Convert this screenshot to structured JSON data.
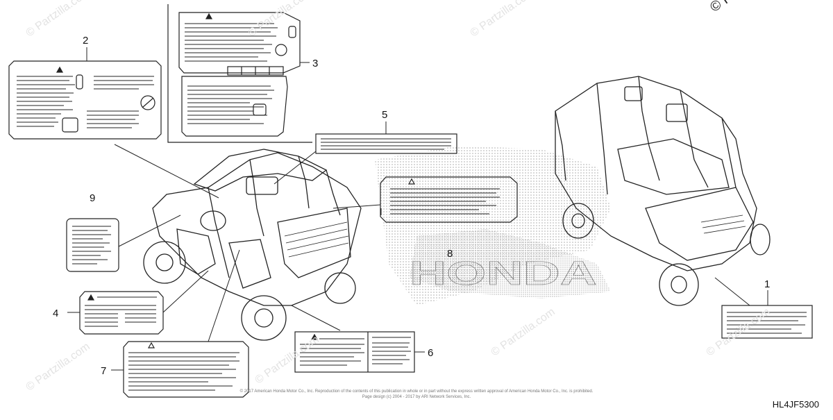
{
  "diagram": {
    "callouts": [
      "1",
      "2",
      "3",
      "4",
      "5",
      "6",
      "7",
      "8",
      "9"
    ],
    "part_code": "HL4JF5300",
    "brand_text": "HONDA",
    "copyright_line1": "© 2017 American Honda Motor Co., Inc. Reproduction of the contents of this publication in whole or in part without the express written approval of American Honda Motor Co., Inc. is prohibited.",
    "copyright_line2": "Page design (c) 2004 - 2017 by ARI Network Services, Inc.",
    "watermark": "© Partzilla.com",
    "corner_mark": "© Par"
  },
  "colors": {
    "line": "#222222",
    "dots": "#9a9a9a",
    "watermark": "#e3e3e3"
  }
}
